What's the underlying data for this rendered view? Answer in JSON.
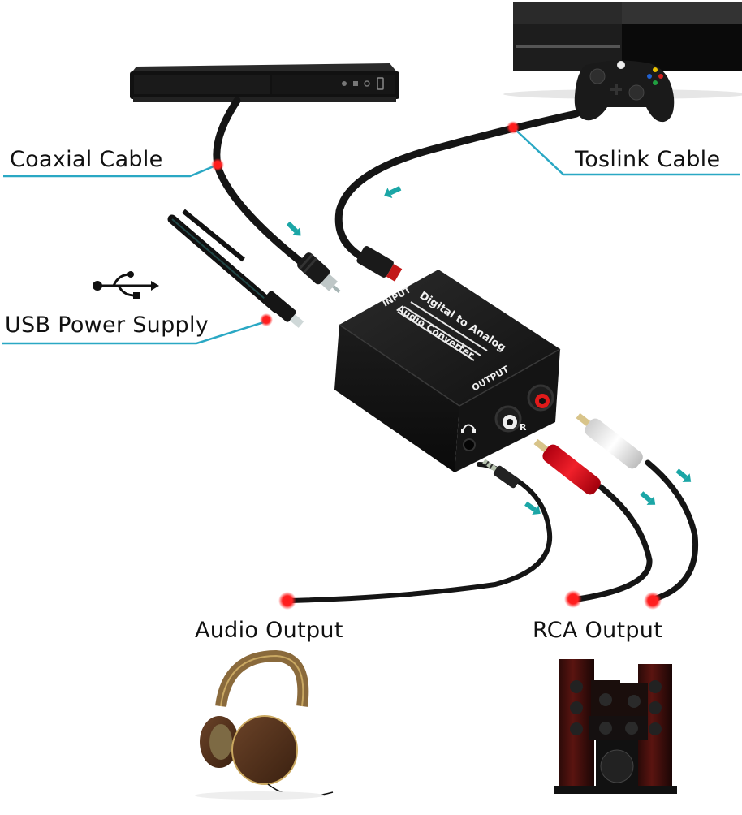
{
  "diagram": {
    "title": "Digital to Analog Audio Converter connection diagram",
    "accent_color": "#2aa8c4",
    "marker_color": "#ff1a1a",
    "arrow_color": "#1ba6a6",
    "labels": {
      "coaxial": "Coaxial Cable",
      "toslink": "Toslink Cable",
      "usb": "USB Power Supply",
      "audio_output": "Audio Output",
      "rca_output": "RCA Output"
    },
    "device": {
      "input_label": "INPUT",
      "title_line1": "Digital to Analog",
      "title_line2": "Audio Converter",
      "output_label": "OUTPUT",
      "rca_right_label": "R",
      "headphone_icon": "headphone-icon"
    },
    "sources": [
      {
        "name": "DVD Player",
        "icon": "dvd-player"
      },
      {
        "name": "Game Console",
        "icon": "game-console"
      },
      {
        "name": "Game Controller",
        "icon": "game-controller"
      }
    ],
    "outputs": [
      {
        "name": "Headphones",
        "icon": "headphones"
      },
      {
        "name": "Speaker System",
        "icon": "speaker-system"
      }
    ],
    "usb_symbol": "usb-icon"
  }
}
